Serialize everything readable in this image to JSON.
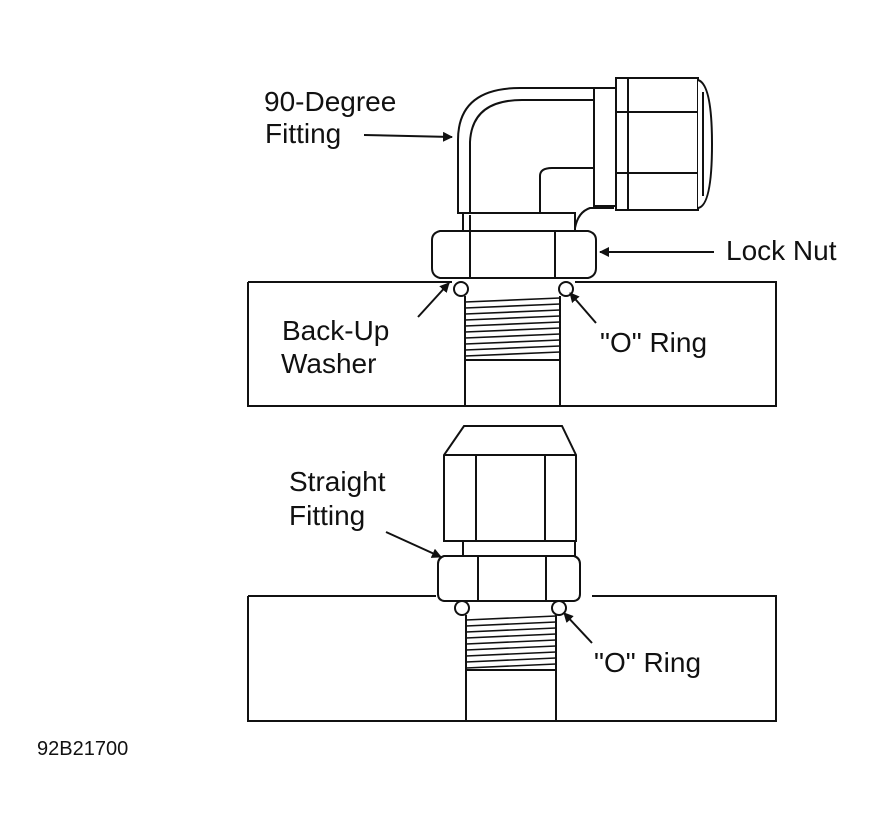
{
  "labels": {
    "ninety_degree_line1": "90-Degree",
    "ninety_degree_line2": "Fitting",
    "lock_nut": "Lock Nut",
    "back_up_line1": "Back-Up",
    "back_up_line2": "Washer",
    "o_ring_top": "\"O\" Ring",
    "straight_line1": "Straight",
    "straight_line2": "Fitting",
    "o_ring_bottom": "\"O\" Ring"
  },
  "figure_id": "92B21700"
}
